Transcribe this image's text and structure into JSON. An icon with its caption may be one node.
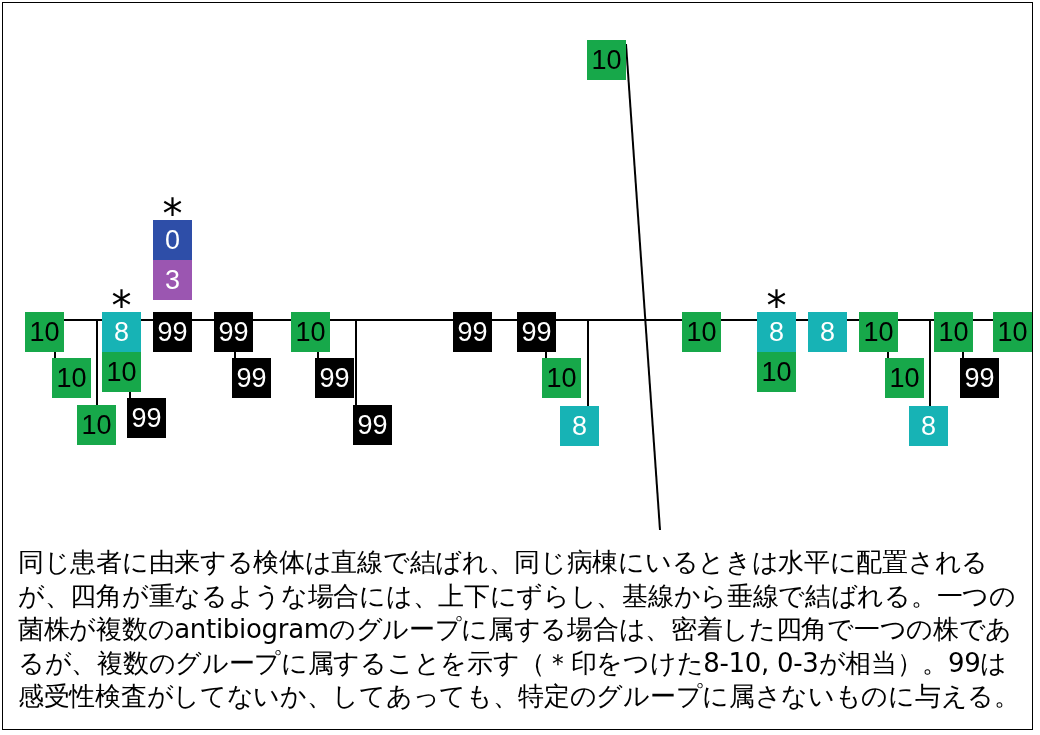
{
  "diagram": {
    "caption": "同じ患者に由来する検体は直線で結ばれ、同じ病棟にいるときは水平に配置されるが、四角が重なるような場合には、上下にずらし、基線から垂線で結ばれる。一つの菌株が複数のantibiogramのグループに属する場合は、密着した四角で一つの株であるが、複数のグループに属することを示す（＊印をつけた8-10, 0-3が相当）。99は感受性検査がしてないか、してあっても、特定のグループに属さないものに与える。",
    "nodes": [
      {
        "text": [
          "10"
        ]
      },
      {
        "text": [
          "0"
        ],
        "beside": [
          "*"
        ]
      },
      {
        "text": [
          "3"
        ]
      },
      {
        "text": [
          "10"
        ]
      },
      {
        "text": [
          "8"
        ],
        "beside": [
          "*"
        ]
      },
      {
        "text": [
          "99"
        ]
      },
      {
        "text": [
          "99"
        ]
      },
      {
        "text": [
          "10"
        ]
      },
      {
        "text": [
          "99"
        ]
      },
      {
        "text": [
          "99"
        ]
      },
      {
        "text": [
          "10"
        ]
      },
      {
        "text": [
          "8"
        ],
        "beside": [
          "*"
        ]
      },
      {
        "text": [
          "8"
        ]
      },
      {
        "text": [
          "10"
        ]
      },
      {
        "text": [
          "10"
        ]
      },
      {
        "text": [
          "10"
        ]
      },
      {
        "text": [
          "10"
        ]
      },
      {
        "text": [
          "10"
        ]
      },
      {
        "text": [
          "99"
        ]
      },
      {
        "text": [
          "99"
        ]
      },
      {
        "text": [
          "10"
        ]
      },
      {
        "text": [
          "10"
        ]
      },
      {
        "text": [
          "10"
        ]
      },
      {
        "text": [
          "99"
        ]
      },
      {
        "text": [
          "10"
        ]
      },
      {
        "text": [
          "99"
        ]
      },
      {
        "text": [
          "99"
        ]
      },
      {
        "text": [
          "8"
        ]
      },
      {
        "text": [
          "8"
        ]
      }
    ],
    "edges": [
      {
        "from": 0,
        "to": null,
        "arrow": "none"
      },
      {
        "from": 3,
        "to": 4,
        "arrow": "none"
      },
      {
        "from": 4,
        "to": 5,
        "arrow": "none"
      },
      {
        "from": 5,
        "to": 6,
        "arrow": "none"
      },
      {
        "from": 6,
        "to": 7,
        "arrow": "none"
      },
      {
        "from": 7,
        "to": 8,
        "arrow": "none"
      },
      {
        "from": 8,
        "to": 9,
        "arrow": "none"
      },
      {
        "from": 9,
        "to": 10,
        "arrow": "none"
      },
      {
        "from": 10,
        "to": 11,
        "arrow": "none"
      },
      {
        "from": 11,
        "to": 12,
        "arrow": "none"
      },
      {
        "from": 12,
        "to": 13,
        "arrow": "none"
      },
      {
        "from": 13,
        "to": 14,
        "arrow": "none"
      },
      {
        "from": 14,
        "to": 15,
        "arrow": "none"
      },
      {
        "from": 3,
        "to": 16,
        "arrow": "none"
      },
      {
        "from": 3,
        "to": 24,
        "arrow": "none"
      },
      {
        "from": 17,
        "to": 25,
        "arrow": "none"
      },
      {
        "from": 6,
        "to": 18,
        "arrow": "none"
      },
      {
        "from": 7,
        "to": 19,
        "arrow": "none"
      },
      {
        "from": 7,
        "to": 26,
        "arrow": "none"
      },
      {
        "from": 9,
        "to": 20,
        "arrow": "none"
      },
      {
        "from": 9,
        "to": 27,
        "arrow": "none"
      },
      {
        "from": 13,
        "to": 22,
        "arrow": "none"
      },
      {
        "from": 13,
        "to": 28,
        "arrow": "none"
      },
      {
        "from": 14,
        "to": 23,
        "arrow": "none"
      }
    ]
  }
}
